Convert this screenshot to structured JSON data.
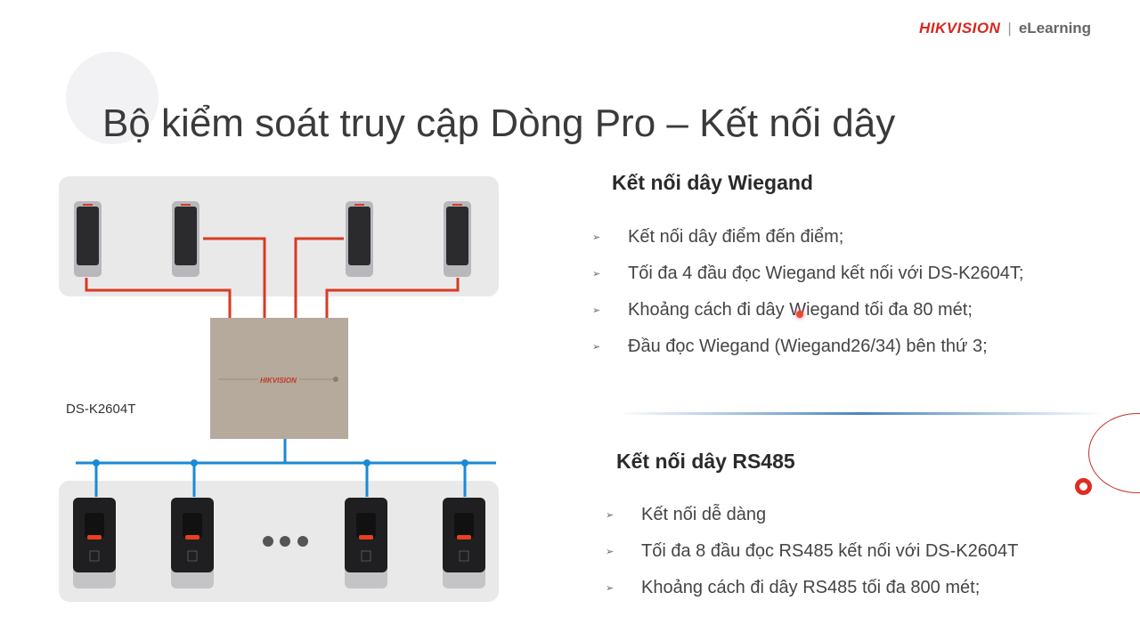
{
  "title": "Bộ kiểm soát truy cập Dòng Pro – Kết nối dây",
  "logo": {
    "brand": "HIKVISION",
    "product": "eLearning"
  },
  "diagram": {
    "controller_label": "DS-K2604T",
    "panel_brand": "HIKVISION",
    "wiegand_wire_color": "#d93a22",
    "rs485_wire_color": "#1a8ad4"
  },
  "wiegand": {
    "heading": "Kết nối dây Wiegand",
    "bullets": [
      "Kết nối dây điểm đến điểm;",
      "Tối đa 4 đầu đọc Wiegand kết nối với DS-K2604T;",
      "Khoảng cách đi dây Wiegand tối đa 80 mét;",
      "Đầu đọc Wiegand (Wiegand26/34) bên thứ 3;"
    ]
  },
  "rs485": {
    "heading": "Kết nối dây RS485",
    "bullets": [
      "Kết nối dễ dàng",
      "Tối đa 8 đầu đọc RS485 kết nối với DS-K2604T",
      "Khoảng cách đi dây RS485 tối đa 800 mét;"
    ]
  },
  "bullet_marker": "➢"
}
